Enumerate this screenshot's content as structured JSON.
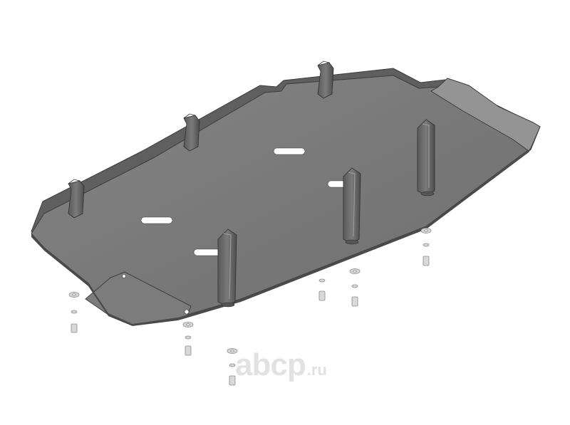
{
  "image": {
    "subject": "skid-plate",
    "palette": {
      "background": "#ffffff",
      "plate_top": "#7a7a7a",
      "plate_edge": "#5e5e5e",
      "plate_highlight": "#9a9a9a",
      "bracket": "#6a6a6a",
      "bracket_dark": "#4a4a4a",
      "fastener": "#d9d9d9",
      "fastener_outline": "#8c8c8c",
      "slot": "#ffffff",
      "watermark": "#e2e2e2"
    }
  },
  "watermark": {
    "main": "abcp",
    "tld": ".ru"
  }
}
